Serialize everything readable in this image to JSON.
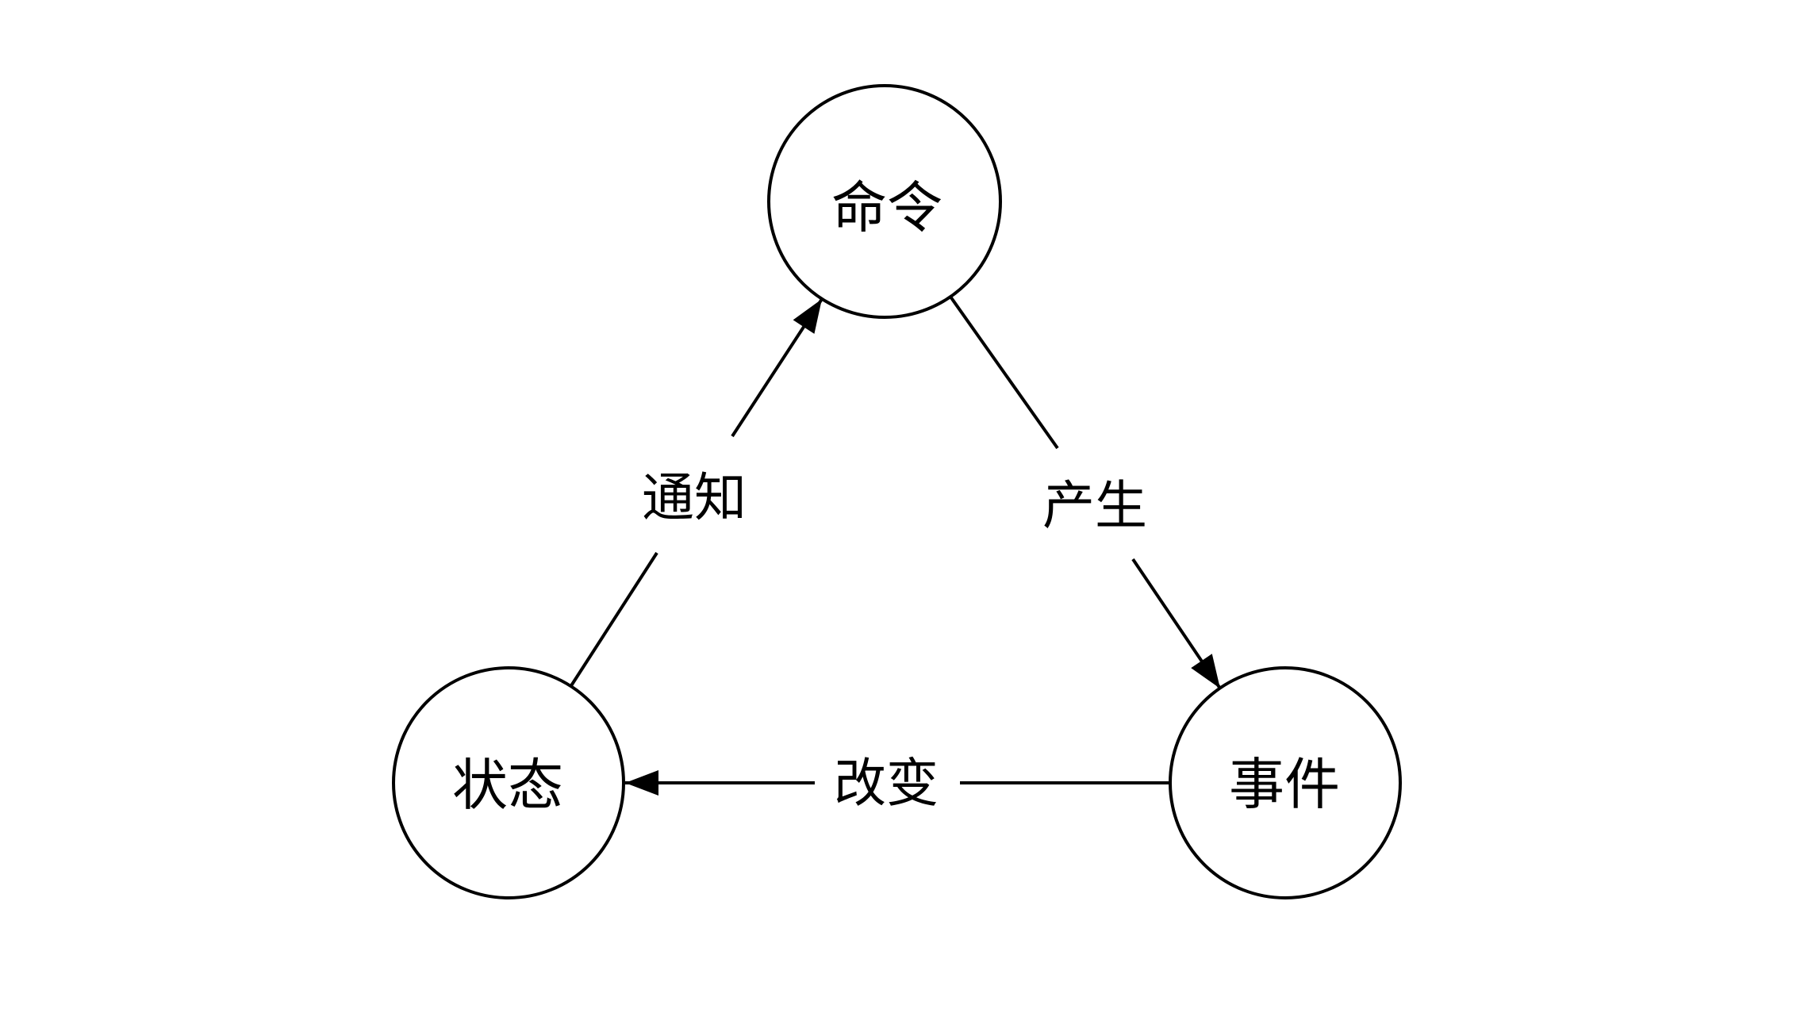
{
  "canvas": {
    "background_color": "#ffffff",
    "stroke_color": "#000000",
    "text_color": "#000000"
  },
  "diagram": {
    "type": "cycle",
    "nodes": [
      {
        "id": "command",
        "label": "命令"
      },
      {
        "id": "state",
        "label": "状态"
      },
      {
        "id": "event",
        "label": "事件"
      }
    ],
    "edges": [
      {
        "id": "notify",
        "from": "state",
        "to": "command",
        "label": "通知"
      },
      {
        "id": "produce",
        "from": "command",
        "to": "event",
        "label": "产生"
      },
      {
        "id": "change",
        "from": "event",
        "to": "state",
        "label": "改变"
      }
    ]
  }
}
